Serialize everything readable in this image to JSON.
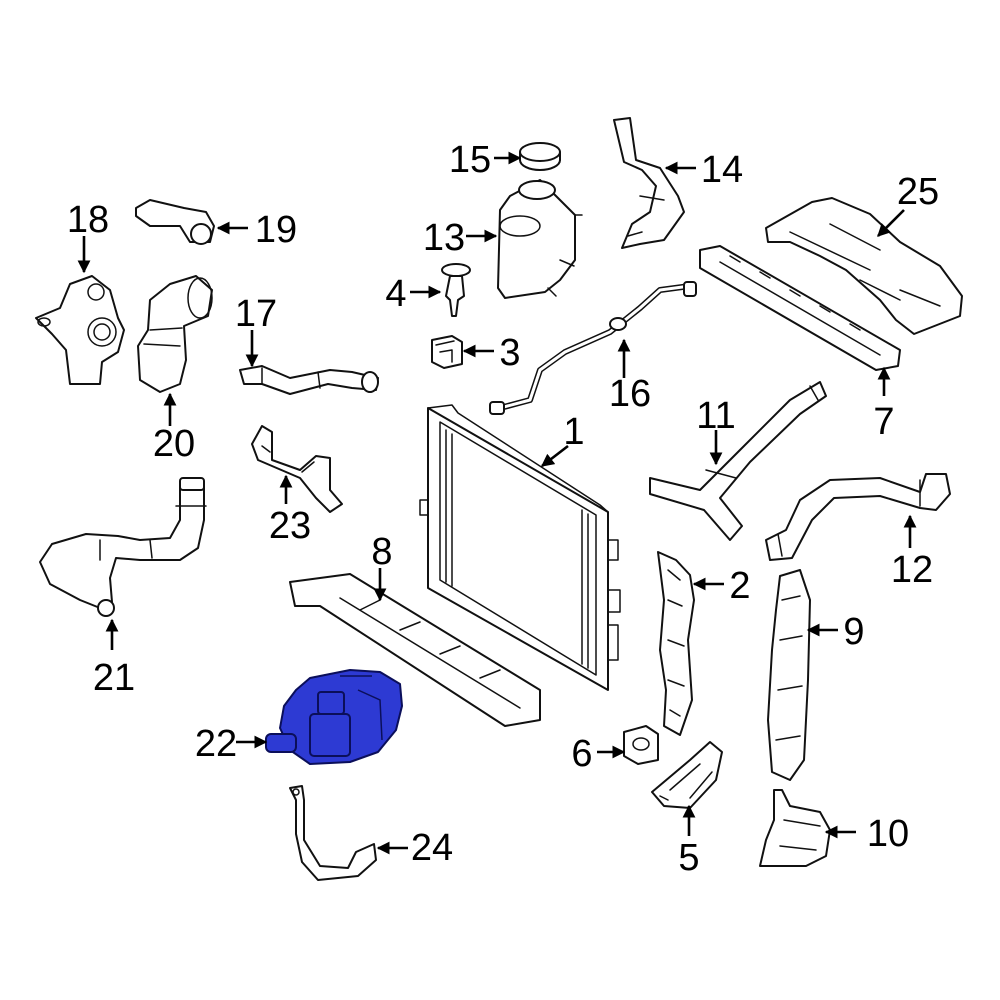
{
  "diagram": {
    "highlight_color": "#2d3ad3",
    "callouts": [
      {
        "id": "1",
        "text": "1"
      },
      {
        "id": "2",
        "text": "2"
      },
      {
        "id": "3",
        "text": "3"
      },
      {
        "id": "4",
        "text": "4"
      },
      {
        "id": "5",
        "text": "5"
      },
      {
        "id": "6",
        "text": "6"
      },
      {
        "id": "7",
        "text": "7"
      },
      {
        "id": "8",
        "text": "8"
      },
      {
        "id": "9",
        "text": "9"
      },
      {
        "id": "10",
        "text": "10"
      },
      {
        "id": "11",
        "text": "11"
      },
      {
        "id": "12",
        "text": "12"
      },
      {
        "id": "13",
        "text": "13"
      },
      {
        "id": "14",
        "text": "14"
      },
      {
        "id": "15",
        "text": "15"
      },
      {
        "id": "16",
        "text": "16"
      },
      {
        "id": "17",
        "text": "17"
      },
      {
        "id": "18",
        "text": "18"
      },
      {
        "id": "19",
        "text": "19"
      },
      {
        "id": "20",
        "text": "20"
      },
      {
        "id": "21",
        "text": "21"
      },
      {
        "id": "22",
        "text": "22"
      },
      {
        "id": "23",
        "text": "23"
      },
      {
        "id": "24",
        "text": "24"
      },
      {
        "id": "25",
        "text": "25"
      }
    ]
  }
}
